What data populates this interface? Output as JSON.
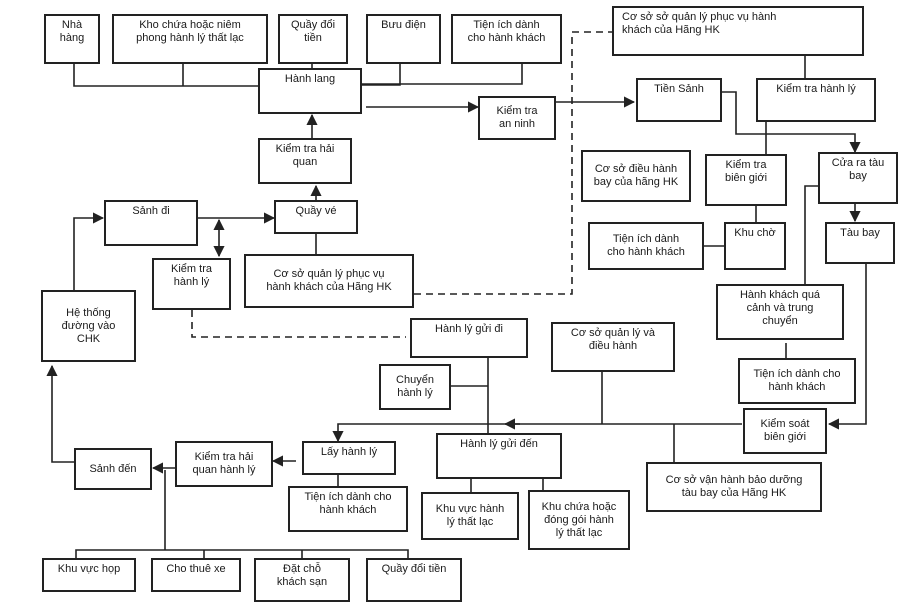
{
  "diagram": {
    "title": "",
    "nodes": {
      "nha_hang": "Nhà\nhàng",
      "kho_chua_top": "Kho chứa hoặc niêm\nphong hành lý thất lạc",
      "quay_doi_tien_top": "Quầy đổi\ntiền",
      "buu_dien": "Bưu điện",
      "tien_ich_top": "Tiện ích dành\ncho hành khách",
      "hanh_lang": "Hành lang",
      "kiem_tra_an_ninh": "Kiểm tra\nan ninh",
      "co_so_phuc_vu_top": "Cơ sở sở quản lý phục vụ hành\nkhách của Hãng HK",
      "tien_sanh": "Tiền Sảnh",
      "kiem_tra_hanh_ly_right": "Kiểm tra hành lý",
      "kiem_tra_hai_quan": "Kiểm tra hải\nquan",
      "co_so_dieu_hanh_bay": "Cơ sở điều hành\nbay của hãng HK",
      "kiem_tra_bien_gioi": "Kiểm tra\nbiên giới",
      "cua_ra_tau_bay": "Cửa ra tàu\nbay",
      "sanh_di": "Sảnh đi",
      "quay_ve": "Quầy vé",
      "tien_ich_khu_cho": "Tiện ích dành\ncho hành khách",
      "khu_cho": "Khu chờ",
      "tau_bay": "Tàu bay",
      "kiem_tra_hanh_ly_left": "Kiểm tra\nhành lý",
      "co_so_phuc_vu_mid": "Cơ sở quản lý phục  vụ\nhành khách của Hãng HK",
      "he_thong_duong_vao": "Hệ thống\nđường vào\nCHK",
      "hanh_khach_qua_canh": "Hành khách quá\ncảnh và trung\nchuyển",
      "hanh_ly_gui_di": "Hành lý gửi đi",
      "co_so_quan_ly_dieu_hanh": "Cơ sở quản lý và\nđiều hành",
      "chuyen_hanh_ly": "Chuyển\nhành lý",
      "tien_ich_qua_canh": "Tiện ích dành cho\nhành khách",
      "kiem_soat_bien_gioi": "Kiểm soát\nbiên giới",
      "sanh_den": "Sảnh đến",
      "kiem_tra_hai_quan_hanh_ly": "Kiểm tra hải\nquan hành lý",
      "lay_hanh_ly": "Lấy  hành lý",
      "hanh_ly_gui_den": "Hành lý gửi đến",
      "co_so_van_hanh_bao_duong": "Cơ sở vận hành bảo dưỡng\ntàu bay của Hãng HK",
      "tien_ich_lay_hanh_ly": "Tiện ích dành cho\nhành khách",
      "khu_vuc_hanh_ly_that_lac": "Khu vực hành\nlý thất lạc",
      "khu_chua_dong_goi": "Khu chứa hoặc\nđóng gói hành\nlý thất lạc",
      "khu_vuc_hop": "Khu vực họp",
      "cho_thue_xe": "Cho thuê xe",
      "dat_cho_khach_san": "Đặt chỗ\nkhách sạn",
      "quay_doi_tien_bottom": "Quầy đổi tiền"
    },
    "colors": {
      "line": "#222222",
      "box_border": "#222222",
      "background": "#ffffff"
    }
  }
}
